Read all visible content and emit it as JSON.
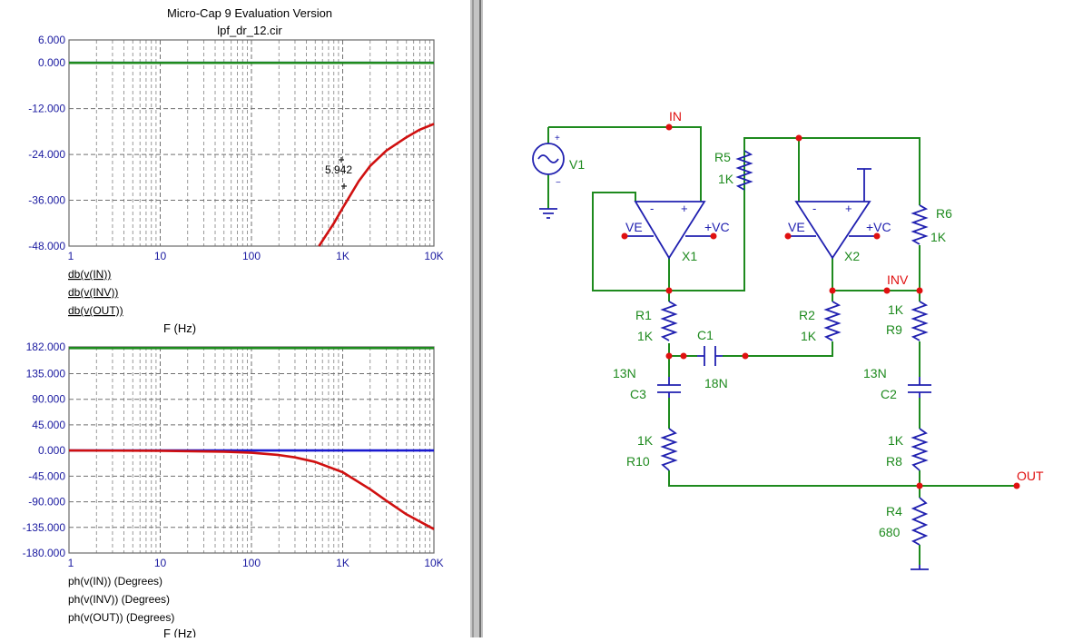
{
  "window": {
    "title": "Micro-Cap 9 Evaluation Version",
    "circuit_file": "lpf_dr_12.cir"
  },
  "colors": {
    "in": "#1a1ad0",
    "inv": "#1e8a1e",
    "out": "#d01010",
    "text_blue": "#1a1aa0",
    "wire": "#1e8a1e",
    "component": "#2020b0",
    "node": "#e01010"
  },
  "chart_data": [
    {
      "type": "line",
      "xscale": "log",
      "xlim": [
        1,
        10000
      ],
      "ylim": [
        -48,
        6
      ],
      "yticks": [
        "6.000",
        "0.000",
        "-12.000",
        "-24.000",
        "-36.000",
        "-48.000"
      ],
      "ytick_values": [
        6,
        0,
        -12,
        -24,
        -36,
        -48
      ],
      "xticks": [
        "1",
        "10",
        "100",
        "1K",
        "10K"
      ],
      "xtick_values": [
        1,
        10,
        100,
        1000,
        10000
      ],
      "xlabel": "F (Hz)",
      "cursor_label": "5.942",
      "series": [
        {
          "name": "db(v(IN))",
          "color": "#1a1ad0",
          "x": [
            1,
            10000
          ],
          "y": [
            0,
            0
          ]
        },
        {
          "name": "db(v(INV))",
          "color": "#1e8a1e",
          "x": [
            1,
            10000
          ],
          "y": [
            0,
            0
          ]
        },
        {
          "name": "db(v(OUT))",
          "color": "#d01010",
          "x": [
            550,
            800,
            1000,
            1500,
            2000,
            3000,
            5000,
            7000,
            10000
          ],
          "y": [
            -48,
            -42,
            -38,
            -31,
            -27,
            -23,
            -19.5,
            -17.5,
            -16
          ]
        }
      ]
    },
    {
      "type": "line",
      "xscale": "log",
      "xlim": [
        1,
        10000
      ],
      "ylim": [
        -180,
        182
      ],
      "yticks": [
        "182.000",
        "135.000",
        "90.000",
        "45.000",
        "0.000",
        "-45.000",
        "-90.000",
        "-135.000",
        "-180.000"
      ],
      "ytick_values": [
        182,
        135,
        90,
        45,
        0,
        -45,
        -90,
        -135,
        -180
      ],
      "xticks": [
        "1",
        "10",
        "100",
        "1K",
        "10K"
      ],
      "xtick_values": [
        1,
        10,
        100,
        1000,
        10000
      ],
      "xlabel": "F (Hz)",
      "series": [
        {
          "name": "ph(v(IN)) (Degrees)",
          "color": "#1a1ad0",
          "x": [
            1,
            10000
          ],
          "y": [
            0,
            0
          ]
        },
        {
          "name": "ph(v(INV)) (Degrees)",
          "color": "#1e8a1e",
          "x": [
            1,
            10000
          ],
          "y": [
            180,
            180
          ]
        },
        {
          "name": "ph(v(OUT)) (Degrees)",
          "color": "#d01010",
          "x": [
            1,
            10,
            50,
            100,
            200,
            300,
            500,
            1000,
            2000,
            3000,
            5000,
            10000
          ],
          "y": [
            0,
            -0.5,
            -2,
            -4,
            -8,
            -12,
            -20,
            -38,
            -68,
            -88,
            -112,
            -138
          ]
        }
      ]
    }
  ],
  "schematic": {
    "nodes": {
      "in": "IN",
      "inv": "INV",
      "out": "OUT"
    },
    "source": "V1",
    "opamps": [
      {
        "name": "X1",
        "neg_supply": "VE",
        "pos_supply": "+VC",
        "minus": "-",
        "plus": "+"
      },
      {
        "name": "X2",
        "neg_supply": "VE",
        "pos_supply": "+VC",
        "minus": "-",
        "plus": "+"
      }
    ],
    "components": {
      "r1": {
        "name": "R1",
        "value": "1K"
      },
      "r2": {
        "name": "R2",
        "value": "1K"
      },
      "r4": {
        "name": "R4",
        "value": "680"
      },
      "r5": {
        "name": "R5",
        "value": "1K"
      },
      "r6": {
        "name": "R6",
        "value": "1K"
      },
      "r8": {
        "name": "R8",
        "value": "1K"
      },
      "r9": {
        "name": "R9",
        "value": "1K"
      },
      "r10": {
        "name": "R10",
        "value": "1K"
      },
      "c1": {
        "name": "C1",
        "value": "18N"
      },
      "c2": {
        "name": "C2",
        "value": "13N"
      },
      "c3": {
        "name": "C3",
        "value": "13N"
      }
    }
  }
}
